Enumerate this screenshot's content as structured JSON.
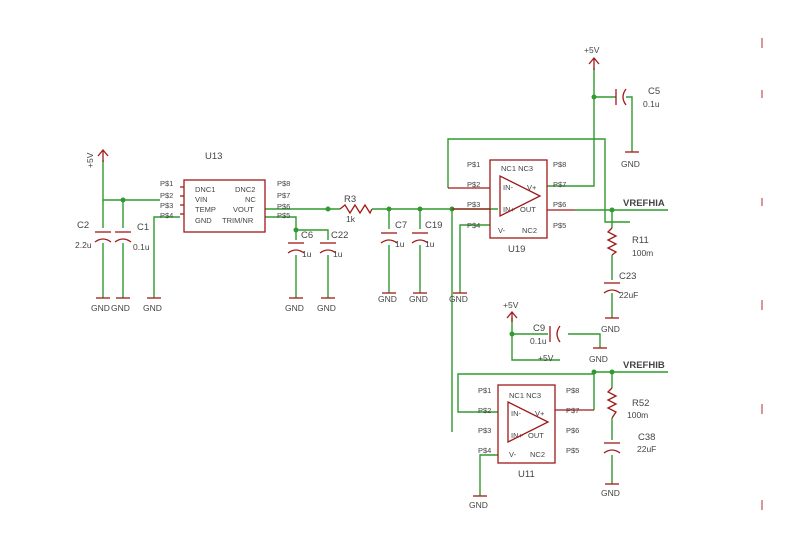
{
  "supply": {
    "p5v_left": "+5V",
    "p5v_top": "+5V",
    "p5v_mid": "+5V",
    "p5v_net_label": "+5V"
  },
  "nets": {
    "vrefhia": "VREFHIA",
    "vrefhib": "VREFHIB"
  },
  "gnd": "GND",
  "u13": {
    "name": "U13",
    "left_pins": [
      "P$1",
      "P$2",
      "P$3",
      "P$4"
    ],
    "left_inner": [
      "DNC1",
      "VIN",
      "TEMP",
      "GND"
    ],
    "right_inner": [
      "DNC2",
      "NC",
      "VOUT",
      "TRIM/NR"
    ],
    "right_pins": [
      "P$8",
      "P$7",
      "P$6",
      "P$5"
    ]
  },
  "u19": {
    "name": "U19",
    "left_pins": [
      "P$1",
      "P$2",
      "P$3",
      "P$4"
    ],
    "right_pins": [
      "P$8",
      "P$7",
      "P$6",
      "P$5"
    ],
    "inner_top": "NC1 NC3",
    "inner_vplus": "V+",
    "inner_out": "OUT",
    "inner_vminus": "V-",
    "inner_nc2": "NC2",
    "inner_in_minus": "IN-",
    "inner_in_plus": "IN+"
  },
  "u11": {
    "name": "U11",
    "left_pins": [
      "P$1",
      "P$2",
      "P$3",
      "P$4"
    ],
    "right_pins": [
      "P$8",
      "P$7",
      "P$6",
      "P$5"
    ],
    "inner_top": "NC1 NC3",
    "inner_vplus": "V+",
    "inner_out": "OUT",
    "inner_vminus": "V-",
    "inner_nc2": "NC2",
    "inner_in_minus": "IN-",
    "inner_in_plus": "IN+"
  },
  "components": {
    "c2": {
      "name": "C2",
      "value": "2.2u"
    },
    "c1": {
      "name": "C1",
      "value": "0.1u"
    },
    "c6": {
      "name": "C6",
      "value": "1u"
    },
    "c22": {
      "name": "C22",
      "value": "1u"
    },
    "r3": {
      "name": "R3",
      "value": "1k"
    },
    "c7": {
      "name": "C7",
      "value": "1u"
    },
    "c19": {
      "name": "C19",
      "value": "1u"
    },
    "c5": {
      "name": "C5",
      "value": "0.1u"
    },
    "r11": {
      "name": "R11",
      "value": "100m"
    },
    "c23": {
      "name": "C23",
      "value": "22uF"
    },
    "c9": {
      "name": "C9",
      "value": "0.1u"
    },
    "r52": {
      "name": "R52",
      "value": "100m"
    },
    "c38": {
      "name": "C38",
      "value": "22uF"
    }
  },
  "gnd_labels": {
    "c2": "GND",
    "c1": "GND",
    "u13": "GND",
    "c6": "GND",
    "c22": "GND",
    "c7": "GND",
    "c19": "GND",
    "u19": "GND",
    "c5": "GND",
    "c23": "GND",
    "c9": "GND",
    "u11": "GND",
    "c38": "GND"
  }
}
